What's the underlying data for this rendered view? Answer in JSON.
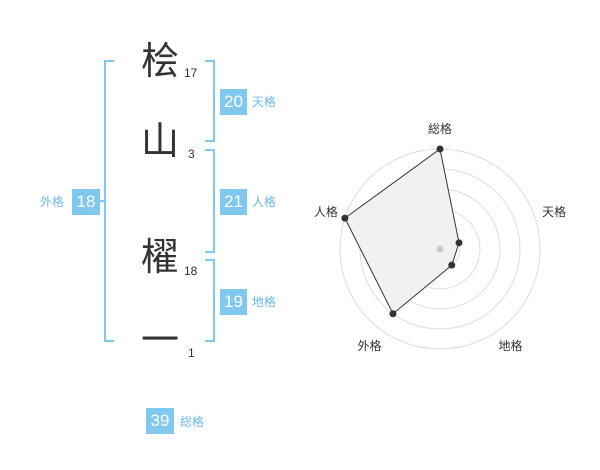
{
  "name": {
    "characters": [
      {
        "char": "桧",
        "strokes": "17"
      },
      {
        "char": "山",
        "strokes": "3"
      },
      {
        "char": "櫂",
        "strokes": "18"
      },
      {
        "char": "一",
        "strokes": "1"
      }
    ]
  },
  "fortunes": {
    "tenkaku": {
      "value": "20",
      "label": "天格"
    },
    "jinkaku": {
      "value": "21",
      "label": "人格"
    },
    "chikaku": {
      "value": "19",
      "label": "地格"
    },
    "gaikaku": {
      "value": "18",
      "label": "外格"
    },
    "soukaku": {
      "value": "39",
      "label": "総格"
    }
  },
  "colors": {
    "accent": "#81c8ef",
    "accent_text": "#6bb9e6",
    "text": "#333333",
    "radar_fill": "#f0f0f0",
    "radar_grid": "#dddddd",
    "radar_line": "#333333"
  },
  "chart_data": {
    "type": "radar",
    "axes": [
      "総格",
      "天格",
      "地格",
      "外格",
      "人格"
    ],
    "values": [
      5,
      1,
      1,
      4,
      5
    ],
    "max": 5,
    "rings": 5
  }
}
